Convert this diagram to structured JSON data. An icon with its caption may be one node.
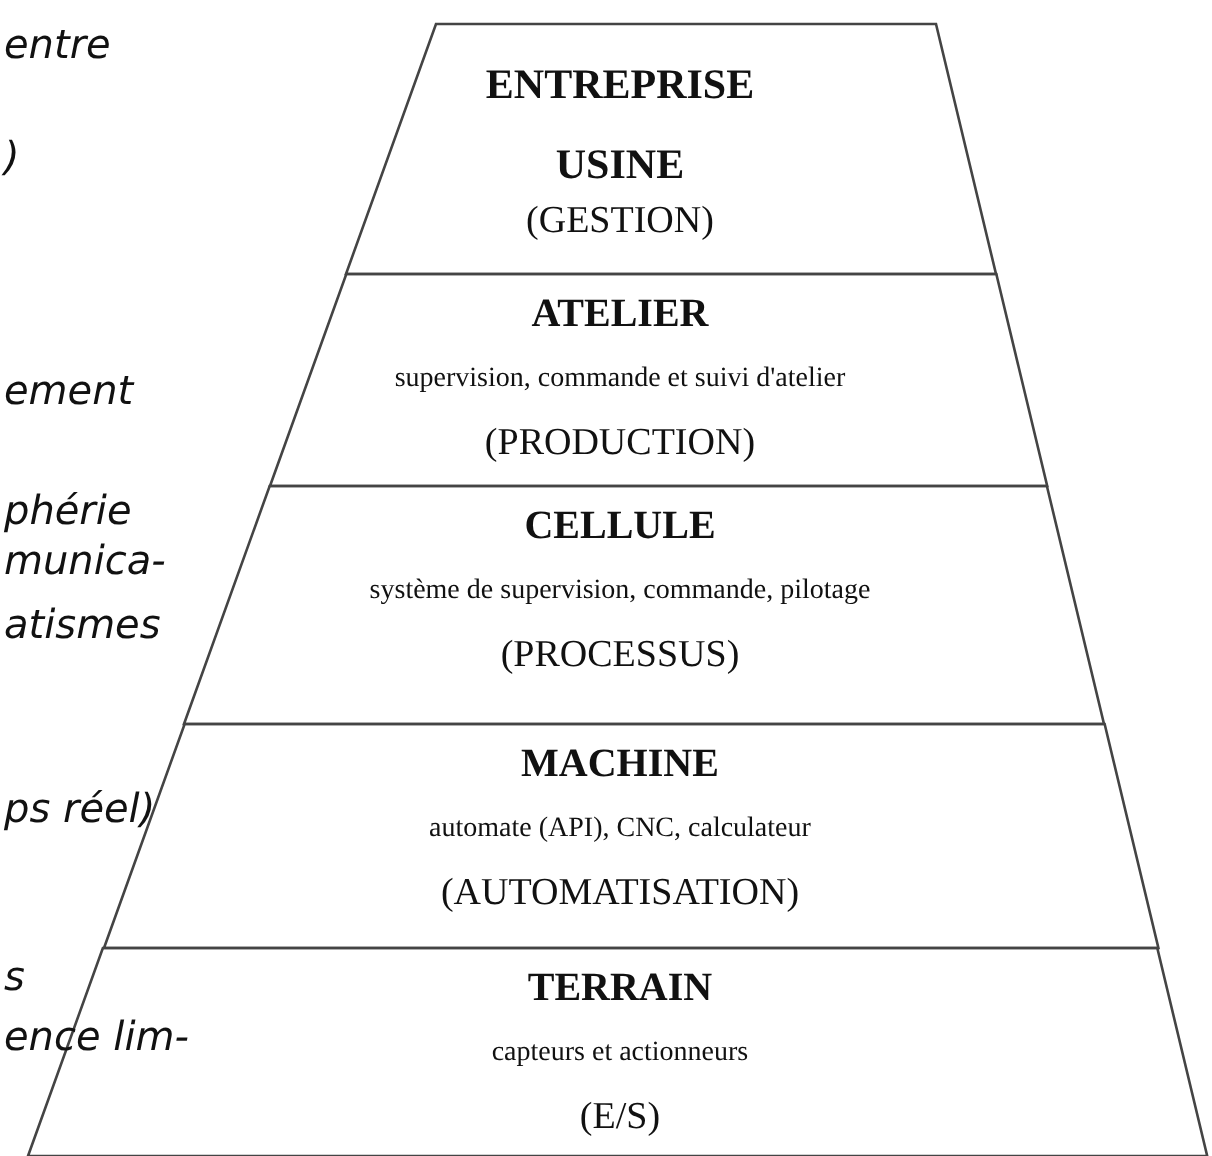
{
  "diagram": {
    "nodes": [
      {
        "text": [
          "ENTREPRISE USINE",
          "(GESTION)"
        ]
      },
      {
        "text": [
          "ATELIER",
          "supervision, commande et suivi d'atelier",
          "(PRODUCTION)"
        ]
      },
      {
        "text": [
          "CELLULE",
          "système de supervision, commande, pilotage",
          "(PROCESSUS)"
        ]
      },
      {
        "text": [
          "MACHINE",
          "automate (API), CNC, calculateur",
          "(AUTOMATISATION)"
        ]
      },
      {
        "text": [
          "TERRAIN",
          "capteurs et actionneurs",
          "(E/S)"
        ]
      }
    ],
    "edges": [],
    "labels": [
      "entre",
      ")",
      "ement",
      "phérie",
      "munica-",
      "atismes",
      "ps réel)",
      "s",
      "ence lim-"
    ]
  }
}
